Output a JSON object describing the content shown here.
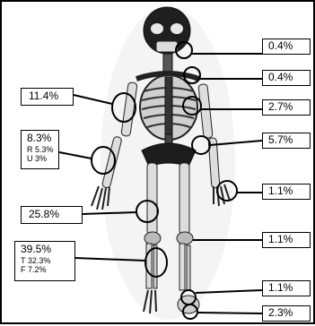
{
  "labels": {
    "skull": {
      "main": "0.4%"
    },
    "neck": {
      "main": "0.4%"
    },
    "humerus": {
      "main": "11.4%"
    },
    "clavicle_ribs": {
      "main": "2.7%"
    },
    "forearm": {
      "main": "8.3%",
      "line2": "R 5.3%",
      "line3": "U 3%"
    },
    "pelvis": {
      "main": "5.7%"
    },
    "hand": {
      "main": "1.1%"
    },
    "femur": {
      "main": "25.8%"
    },
    "knee": {
      "main": "1.1%"
    },
    "tibia_fibula": {
      "main": "39.5%",
      "line2": "T 32.3%",
      "line3": "F  7.2%"
    },
    "ankle": {
      "main": "1.1%"
    },
    "foot": {
      "main": "2.3%"
    }
  },
  "colors": {
    "line": "#000000",
    "bone_dark": "#1a1a1a",
    "bone_light": "#e6e6e6",
    "background": "#ffffff"
  }
}
